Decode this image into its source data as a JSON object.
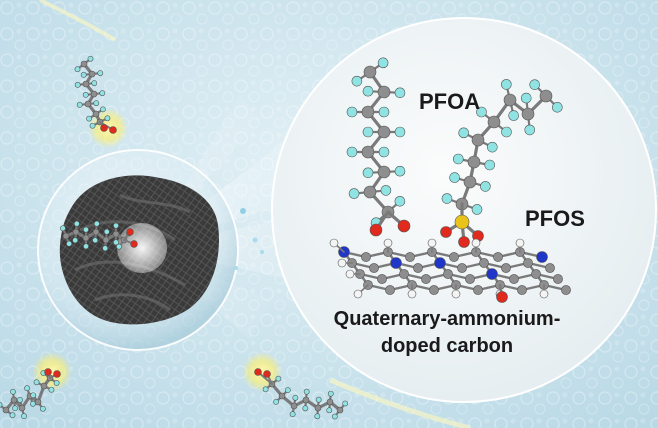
{
  "labels": {
    "pfoa": "PFOA",
    "pfos": "PFOS",
    "carbon_line1": "Quaternary-ammonium-",
    "carbon_line2": "doped carbon"
  },
  "colors": {
    "water_background": "#cfe6ef",
    "carbon_atom": "#8e8e8e",
    "fluorine_atom": "#8fe3e3",
    "oxygen_atom": "#e02a1e",
    "sulfur_atom": "#e9c21a",
    "nitrogen_atom": "#1f36c8",
    "hydrogen_atom": "#f4f4f4",
    "glow": "#fff27a",
    "carbon_material": "#3c3c3c"
  },
  "icons": {
    "zoom_circle": "magnified-view-circle",
    "bubble": "water-bubble-with-carbon-particle",
    "molecule": "ball-and-stick-molecule"
  }
}
